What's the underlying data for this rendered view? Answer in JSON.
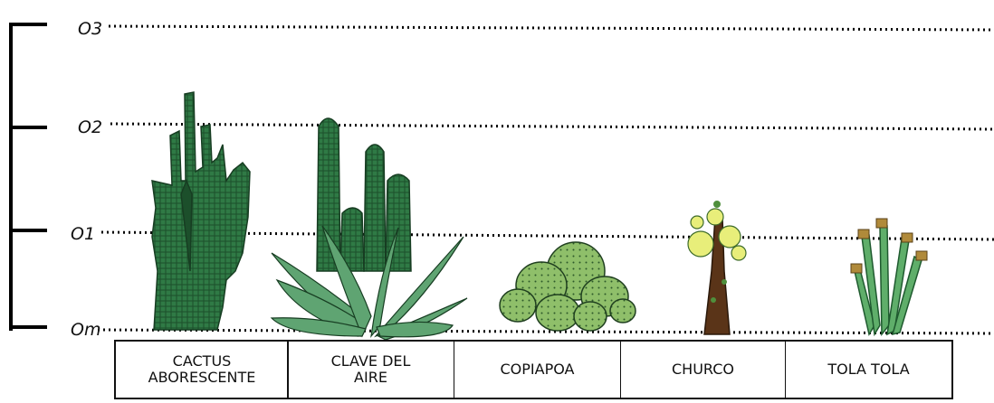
{
  "scale": {
    "labels": [
      "O3",
      "O2",
      "O1",
      "Om"
    ]
  },
  "plants": [
    {
      "name": "CACTUS\nABORESCENTE"
    },
    {
      "name": "CLAVE DEL\nAIRE"
    },
    {
      "name": "COPIAPOA"
    },
    {
      "name": "CHURCO"
    },
    {
      "name": "TOLA TOLA"
    }
  ]
}
